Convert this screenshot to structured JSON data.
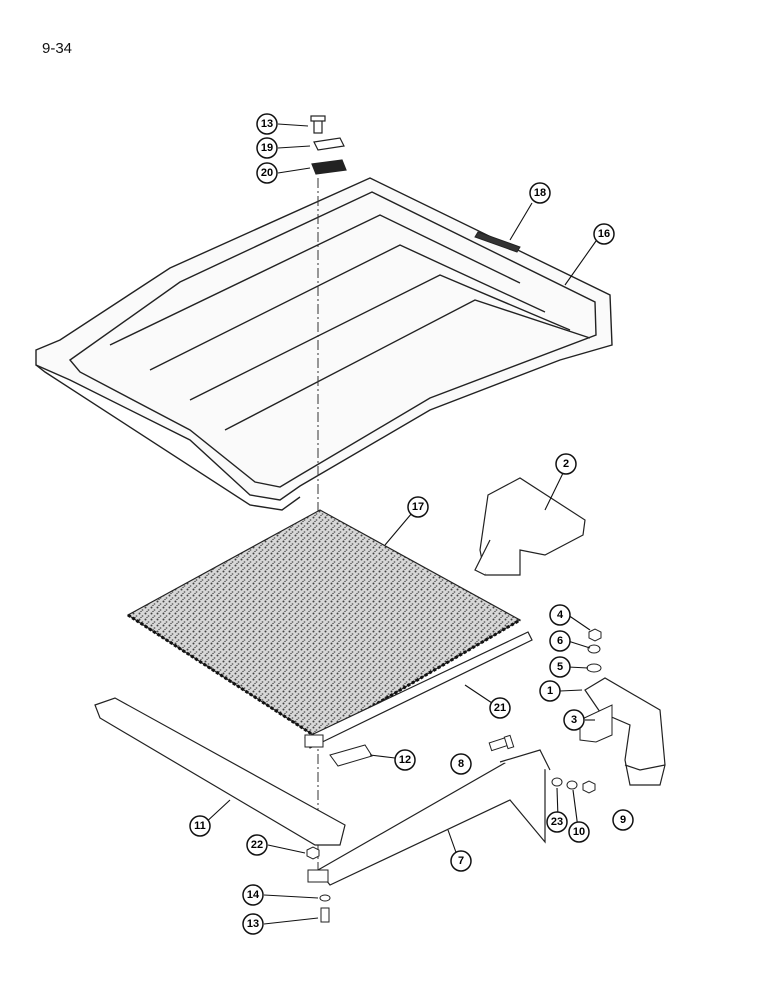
{
  "page": {
    "number": "9-34"
  },
  "callouts": [
    {
      "id": "c13a",
      "label": "13"
    },
    {
      "id": "c19",
      "label": "19"
    },
    {
      "id": "c20",
      "label": "20"
    },
    {
      "id": "c18",
      "label": "18"
    },
    {
      "id": "c16",
      "label": "16"
    },
    {
      "id": "c2",
      "label": "2"
    },
    {
      "id": "c17",
      "label": "17"
    },
    {
      "id": "c4",
      "label": "4"
    },
    {
      "id": "c6",
      "label": "6"
    },
    {
      "id": "c5",
      "label": "5"
    },
    {
      "id": "c1",
      "label": "1"
    },
    {
      "id": "c3",
      "label": "3"
    },
    {
      "id": "c21",
      "label": "21"
    },
    {
      "id": "c12",
      "label": "12"
    },
    {
      "id": "c8",
      "label": "8"
    },
    {
      "id": "c11",
      "label": "11"
    },
    {
      "id": "c22",
      "label": "22"
    },
    {
      "id": "c23",
      "label": "23"
    },
    {
      "id": "c10",
      "label": "10"
    },
    {
      "id": "c9",
      "label": "9"
    },
    {
      "id": "c7",
      "label": "7"
    },
    {
      "id": "c14",
      "label": "14"
    },
    {
      "id": "c13b",
      "label": "13"
    }
  ]
}
